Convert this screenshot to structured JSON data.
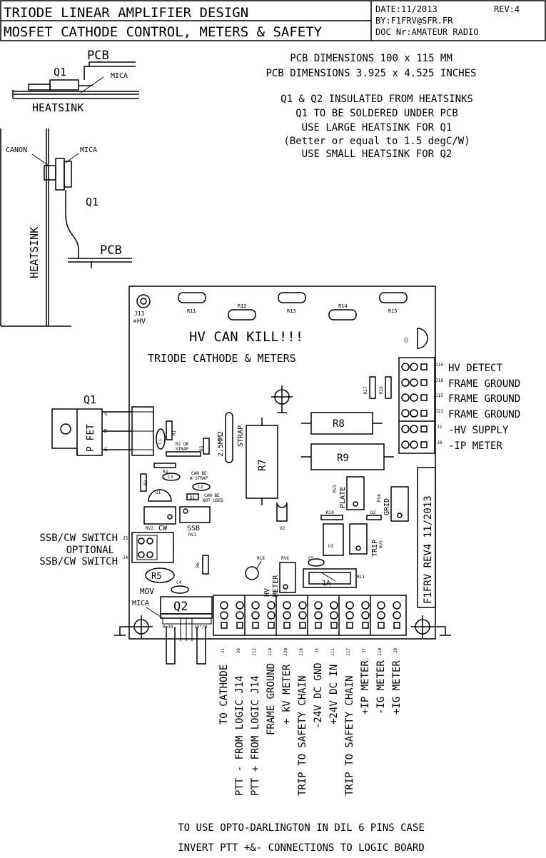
{
  "title_block": {
    "line1": "TRIODE LINEAR AMPLIFIER DESIGN",
    "line2": "MOSFET CATHODE CONTROL, METERS & SAFETY",
    "date": "DATE:11/2013",
    "rev": "REV:4",
    "by": "BY:F1FRV@SFR.FR",
    "doc": "DOC Nr:AMATEUR RADIO"
  },
  "notes": [
    "PCB DIMENSIONS 100 x 115 MM",
    "PCB DIMENSIONS 3.925 x 4.525 INCHES",
    "Q1 & Q2 INSULATED FROM HEATSINKS",
    "Q1 TO BE SOLDERED UNDER PCB",
    "USE LARGE HEATSINK FOR Q1",
    "(Better or equal to 1.5 degC/W)",
    "USE SMALL HEATSINK FOR Q2"
  ],
  "mount_top": {
    "pcb": "PCB",
    "q1": "Q1",
    "mica": "MICA",
    "heatsink": "HEATSINK"
  },
  "mount_side": {
    "canon": "CANON",
    "mica": "MICA",
    "q1": "Q1",
    "pcb": "PCB",
    "heatsink": "HEATSINK"
  },
  "board": {
    "warning": "HV CAN KILL!!!",
    "subtitle": "TRIODE CATHODE & METERS",
    "j13": "J13",
    "hv": "+HV",
    "strap_label1": "2.5MM2",
    "strap_label2": "STRAP",
    "r7": "R7",
    "r8": "R8",
    "r9": "R9",
    "r5": "R5",
    "mov": "MOV",
    "q2": "Q2",
    "q2_left": "H=38",
    "q2_right": "13°/W",
    "mica": "MICA",
    "side_rev": "F1FRV REV4  11/2013",
    "can_be_strap1": "CAN BE",
    "can_be_strap2": "A STRAP",
    "can_be_unused1": "CAN BE",
    "can_be_unused2": "NOT USED",
    "r2_strap1": "R2 OR",
    "r2_strap2": "STRAP",
    "plate": "PLATE",
    "grid": "GRID",
    "trip": "TRIP",
    "hv_meter1": "HV",
    "hv_meter2": "METER",
    "fuse": "1A",
    "cw": "CW",
    "ssb": "SSB",
    "small": {
      "r11": "R11",
      "r12": "R12",
      "r13": "R13",
      "r14": "R14",
      "r15": "R15",
      "r17": "R17",
      "r16": "R16",
      "q3": "Q3",
      "r1": "R1",
      "c1": "C1",
      "c3": "C3",
      "c2": "C2",
      "d1": "D1",
      "d3": "D3",
      "r4": "R4",
      "r3": "R3",
      "u1": "U1",
      "rv2": "RV2",
      "rv1": "RV1",
      "u2": "U2",
      "r10": "R10",
      "d2": "D2",
      "rv3": "RV3",
      "rv4": "RV4",
      "u3": "U3",
      "rv5": "RV5",
      "c5": "C5",
      "rl1": "RL1",
      "rv6": "RV6",
      "r18": "R18",
      "r6": "R6",
      "c4": "C4",
      "j5": "J5",
      "j4": "J4"
    }
  },
  "q1_fet": {
    "q1": "Q1",
    "type": "P FET",
    "s": "S",
    "d": "D",
    "g": "G"
  },
  "right_connectors": [
    {
      "id": "J14",
      "label": "HV DETECT"
    },
    {
      "id": "J18",
      "label": "FRAME GROUND"
    },
    {
      "id": "J15",
      "label": "FRAME GROUND"
    },
    {
      "id": "J21",
      "label": "FRAME GROUND"
    },
    {
      "id": "J2",
      "label": "-HV SUPPLY"
    },
    {
      "id": "J8",
      "label": "-IP METER"
    }
  ],
  "left_labels": [
    "SSB/CW SWITCH",
    "OPTIONAL",
    "SSB/CW SWITCH"
  ],
  "bottom_connectors": [
    {
      "id": "J1",
      "label": "TO CATHODE"
    },
    {
      "id": "J6",
      "label": "PTT - FROM LOGIC J14"
    },
    {
      "id": "J12",
      "label": "PTT + FROM LOGIC J14"
    },
    {
      "id": "J19",
      "label": "FRAME GROUND"
    },
    {
      "id": "J20",
      "label": "+ kV METER"
    },
    {
      "id": "J16",
      "label": "TRIP TO SAFETY CHAIN"
    },
    {
      "id": "J3",
      "label": "-24V DC GND"
    },
    {
      "id": "J11",
      "label": "+24V DC IN"
    },
    {
      "id": "J17",
      "label": "TRIP TO SAFETY CHAIN"
    },
    {
      "id": "J7",
      "label": "+IP METER"
    },
    {
      "id": "J10",
      "label": "-IG METER"
    },
    {
      "id": "J9",
      "label": "+IG METER"
    }
  ],
  "footer": [
    "TO USE OPTO-DARLINGTON IN DIL 6 PINS CASE",
    "INVERT PTT +&- CONNECTIONS TO LOGIC BOARD"
  ]
}
